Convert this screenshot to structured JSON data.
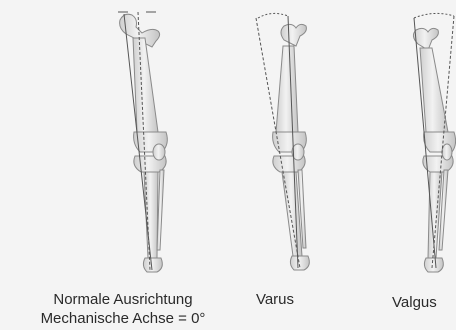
{
  "captions": {
    "normal_line1": "Normale Ausrichtung",
    "normal_line2": "Mechanische Achse =  0°",
    "varus": "Varus",
    "valgus": "Valgus"
  },
  "colors": {
    "background": "#f4f4f4",
    "bone": "#e4e4e4",
    "bone_outline": "#8a8a8a",
    "axis_line": "#555555",
    "text": "#2a2a2a"
  },
  "icons": [
    "normal-leg-bones",
    "varus-leg-bones",
    "valgus-leg-bones",
    "angle-arc"
  ]
}
